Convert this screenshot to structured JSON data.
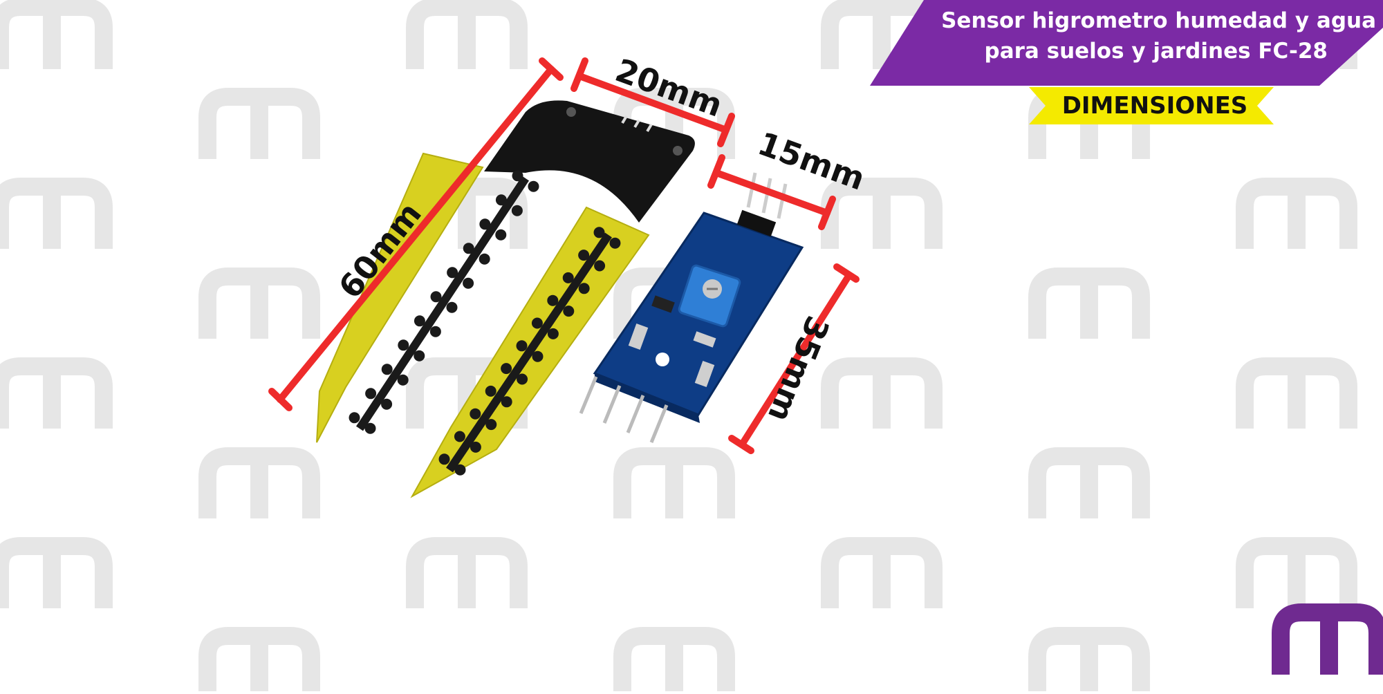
{
  "banner": {
    "title_line1": "Sensor higrometro humedad y agua",
    "title_line2": "para suelos y jardines FC-28",
    "subtitle": "DIMENSIONES",
    "title_bg": "#7b2aa5",
    "subtitle_bg": "#f4ea00"
  },
  "dimensions": {
    "probe_length": "60mm",
    "probe_width": "20mm",
    "module_width": "15mm",
    "module_length": "35mm",
    "line_color": "#ee2b2b"
  },
  "colors": {
    "probe_head": "#111111",
    "probe_body": "#d8d020",
    "module_board": "#0e3d86",
    "potentiometer": "#2f7fd6",
    "watermark": "#e2e2e2",
    "logo": "#6f2a90"
  },
  "icons": {
    "watermark": "m-watermark-icon",
    "logo": "m-logo-icon"
  }
}
